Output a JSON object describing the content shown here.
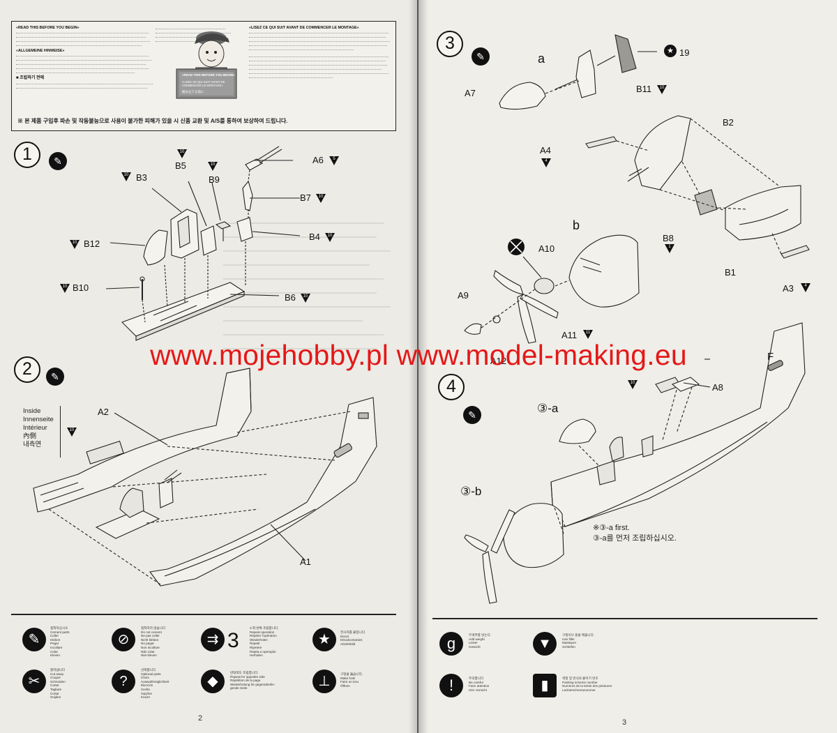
{
  "watermark": "www.mojehobby.pl www.model-making.eu",
  "notice": {
    "en_title": "«READ THIS BEFORE YOU BEGIN»",
    "fr_title": "«LISEZ CE QUI SUIT AVANT DE COMMENCER LE MONTAGE»",
    "de_title": "«ALLGEMEINE HINWEISE»",
    "kr_title": "■ 조립하기 전에",
    "warning": "※ 본 제품 구입후 파손 및 작동불능으로 사용이 불가한 피해가 있을 시 신품 교환 및 A/S를 통하여 보상하여 드립니다.",
    "bubble_1": "«READ THIS BEFORE YOU BEGIN»",
    "bubble_2": "«LISEZ CE QUI SUIT AVANT DE COMMENCER LE MONTAGE»",
    "bubble_3": "組み立てる前に"
  },
  "steps": [
    {
      "number": "1"
    },
    {
      "number": "2"
    },
    {
      "number": "3"
    },
    {
      "number": "4"
    }
  ],
  "step1_labels": {
    "b3": "B3",
    "b5": "B5",
    "b9": "B9",
    "a6": "A6",
    "b7": "B7",
    "b12": "B12",
    "b4": "B4",
    "b10": "B10",
    "b6": "B6"
  },
  "step2_labels": {
    "a2": "A2",
    "a1": "A1"
  },
  "inside_label": [
    "Inside",
    "Innenseite",
    "Intérieur",
    "內側",
    "내측면"
  ],
  "step3_labels": {
    "a": "a",
    "a7": "A7",
    "b11": "B11",
    "n19": "19",
    "b2": "B2",
    "a4": "A4",
    "b": "b",
    "b8": "B8",
    "a10": "A10",
    "b1": "B1",
    "a9": "A9",
    "a3": "A3",
    "a11": "A11",
    "a12": "A12"
  },
  "step4_labels": {
    "f": "F",
    "a8": "A8",
    "sub_a": "③-a",
    "sub_b": "③-b"
  },
  "step4_note": [
    "※③-a first.",
    "③-a를 먼저 조립하십시오."
  ],
  "tri_numbers": {
    "b3": "10",
    "b5": "10",
    "b9": "10",
    "a6": "5",
    "b7": "10",
    "b12": "10",
    "b4": "10",
    "b10": "10",
    "b6": "10",
    "inside": "10",
    "b11": "10",
    "a4": "4",
    "b8": "1",
    "a3": "4",
    "a11": "11",
    "a8": "10"
  },
  "legend_left": [
    {
      "icon": "glue-icon",
      "lines": [
        "접착하십시오",
        "Cement parts",
        "Coller",
        "Kleben",
        "Pegar",
        "Incollare",
        "Colar",
        "Kleven"
      ]
    },
    {
      "icon": "no-cement-icon",
      "lines": [
        "접착하지 않습니다",
        "Do not cement",
        "Ne pas coller",
        "Nicht kleben",
        "No pegar",
        "Non incollare",
        "Não colar",
        "Niet kleven"
      ]
    },
    {
      "icon": "repeat-icon",
      "lines": [
        "3",
        "3 회 반복 조립합니다.",
        "Repeat operation",
        "Répéter l'opération",
        "Wiederholen",
        "Repetir",
        "Ripetere",
        "Repita a operação",
        "Herhalen"
      ]
    },
    {
      "icon": "decal-icon",
      "lines": [
        "전사지를 붙입니다.",
        "Decal",
        "Décalcomanies",
        "Abziehbild"
      ]
    },
    {
      "icon": "cut-icon",
      "lines": [
        "잘라냅니다",
        "Cut away",
        "Couper",
        "Schneiden",
        "Cortar",
        "Tagliare",
        "Cortar",
        "Snijden"
      ]
    },
    {
      "icon": "optional-icon",
      "lines": [
        "선택합니다",
        "Optional parts",
        "Choix",
        "Auswahlmöglichkeit",
        "Elección",
        "Scelta",
        "Opções",
        "Keuze"
      ]
    },
    {
      "icon": "opposite-side-icon",
      "lines": [
        "반대쪽도 조립합니다.",
        "Repeat for opposite side",
        "Répétition de la page",
        "Wiederholung für gegenüberlie-",
        "gende Seite"
      ]
    },
    {
      "icon": "drill-icon",
      "lines": [
        "구멍을 뚫습니다.",
        "Make hole",
        "Faire un trou",
        "Öffnen"
      ]
    }
  ],
  "legend_right": [
    {
      "icon": "weight-icon",
      "glyph": "g",
      "lines": [
        "무게추를 넣는다.",
        "Add weight",
        "Lester",
        "Gewicht"
      ]
    },
    {
      "icon": "filler-icon",
      "lines": [
        "구멍이나 홈을 메웁니다.",
        "Use filler",
        "Mastiquer",
        "Schleifen"
      ]
    },
    {
      "icon": "attention-icon",
      "glyph": "!",
      "lines": [
        "주의합니다",
        "Be careful",
        "Faire attention",
        "Hier Vorsicht"
      ]
    },
    {
      "icon": "paint-icon",
      "lines": [
        "색칠 및 번식의 붙이기 번호",
        "Painting scheme number",
        "Numeros de la teinte des peintures",
        "Lackierschemanummer"
      ]
    }
  ],
  "page_numbers": {
    "left": "2",
    "right": "3"
  }
}
